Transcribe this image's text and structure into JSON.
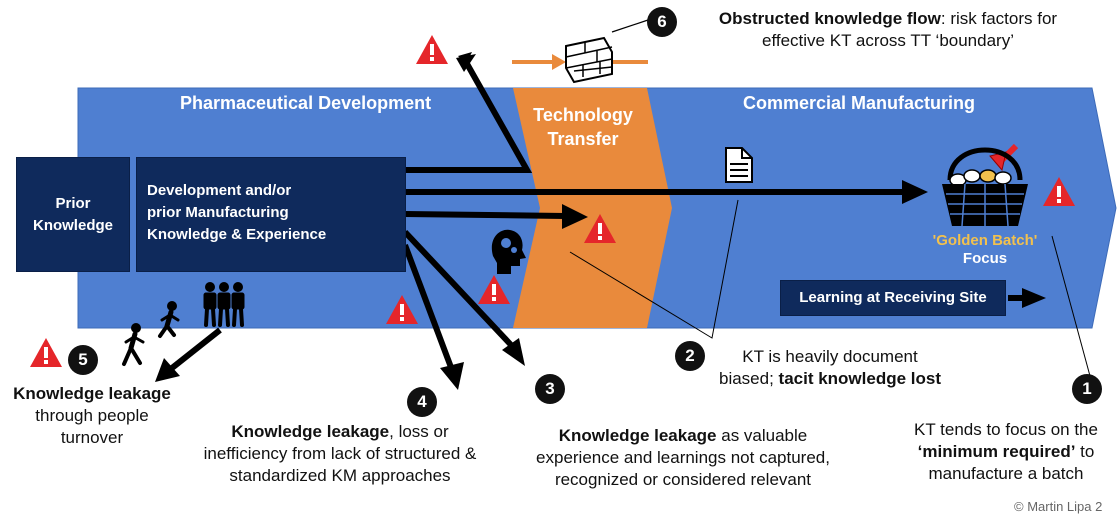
{
  "phases": {
    "dev": "Pharmaceutical Development",
    "tt_line1": "Technology",
    "tt_line2": "Transfer",
    "comm": "Commercial Manufacturing"
  },
  "boxes": {
    "prior_line1": "Prior",
    "prior_line2": "Knowledge",
    "dev_line1": "Development and/or",
    "dev_line2": "prior Manufacturing",
    "dev_line3": "Knowledge & Experience",
    "learning": "Learning at Receiving Site"
  },
  "golden": {
    "line1": "'Golden Batch'",
    "line2": "Focus"
  },
  "callouts": {
    "c6": {
      "num": "6",
      "bold": "Obstructed knowledge flow",
      "rest1": ": risk factors for",
      "line2": "effective KT across TT ‘boundary’"
    },
    "c5": {
      "num": "5",
      "bold": "Knowledge leakage",
      "line2": "through people",
      "line3": "turnover"
    },
    "c4": {
      "num": "4",
      "bold": "Knowledge leakage",
      "rest1": ", loss or",
      "line2": "inefficiency from lack of structured &",
      "line3": "standardized KM approaches"
    },
    "c3": {
      "num": "3",
      "bold": "Knowledge leakage",
      "rest1": " as valuable",
      "line2": "experience and learnings not captured,",
      "line3": "recognized or considered relevant"
    },
    "c2": {
      "num": "2",
      "line1": "KT is heavily document",
      "rest2": "biased; ",
      "bold2": "tacit knowledge lost"
    },
    "c1": {
      "num": "1",
      "line1": "KT tends to focus on the",
      "bold2": "‘minimum required’",
      "rest2": " to",
      "line3": "manufacture a batch"
    }
  },
  "copyright": "© Martin Lipa 2",
  "colors": {
    "band": "#4f7fd1",
    "navy": "#0f2a5c",
    "orange": "#e98a3c",
    "warning": "#e5262a",
    "gold": "#f2c14e"
  }
}
